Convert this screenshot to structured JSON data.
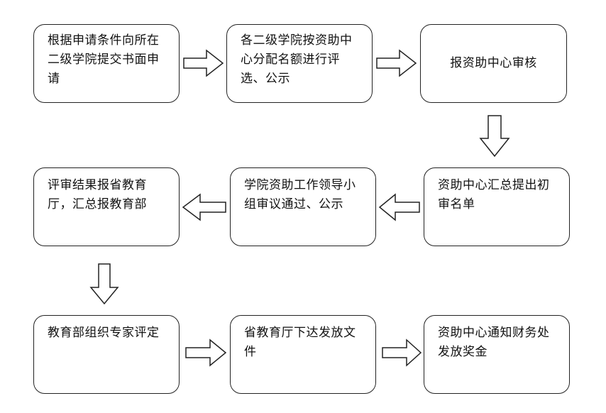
{
  "steps": [
    {
      "id": "s1",
      "text": "根据申请条件向所在二级学院提交书面申请"
    },
    {
      "id": "s2",
      "text": "各二级学院按资助中心分配名额进行评选、公示"
    },
    {
      "id": "s3",
      "text": "报资助中心审核"
    },
    {
      "id": "s4",
      "text": "资助中心汇总提出初审名单"
    },
    {
      "id": "s5",
      "text": "学院资助工作领导小组审议通过、公示"
    },
    {
      "id": "s6",
      "text": "评审结果报省教育厅，汇总报教育部"
    },
    {
      "id": "s7",
      "text": "教育部组织专家评定"
    },
    {
      "id": "s8",
      "text": "省教育厅下达发放文件"
    },
    {
      "id": "s9",
      "text": "资助中心通知财务处发放奖金"
    }
  ],
  "arrows": [
    {
      "from": "s1",
      "to": "s2",
      "direction": "right"
    },
    {
      "from": "s2",
      "to": "s3",
      "direction": "right"
    },
    {
      "from": "s3",
      "to": "s4",
      "direction": "down"
    },
    {
      "from": "s4",
      "to": "s5",
      "direction": "left"
    },
    {
      "from": "s5",
      "to": "s6",
      "direction": "left"
    },
    {
      "from": "s6",
      "to": "s7",
      "direction": "down"
    },
    {
      "from": "s7",
      "to": "s8",
      "direction": "right"
    },
    {
      "from": "s8",
      "to": "s9",
      "direction": "right"
    }
  ]
}
